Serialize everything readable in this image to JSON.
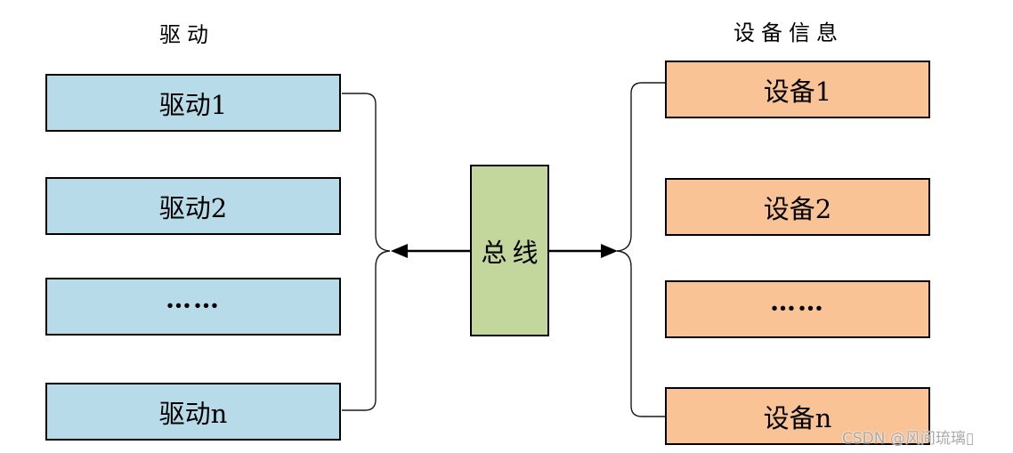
{
  "diagram": {
    "left": {
      "title": "驱动",
      "boxes": [
        {
          "label": "驱动1"
        },
        {
          "label": "驱动2"
        },
        {
          "label": "……"
        },
        {
          "label": "驱动n"
        }
      ]
    },
    "right": {
      "title": "设备信息",
      "boxes": [
        {
          "label": "设备1"
        },
        {
          "label": "设备2"
        },
        {
          "label": "……"
        },
        {
          "label": "设备n"
        }
      ]
    },
    "bus": {
      "label": "总线"
    },
    "colors": {
      "driver_fill": "#b7dbe8",
      "device_fill": "#f9c396",
      "bus_fill": "#c3d69b",
      "border": "#000000",
      "connector_line": "#1a1a1a"
    },
    "watermark": "CSDN @风间琉璃▯"
  }
}
